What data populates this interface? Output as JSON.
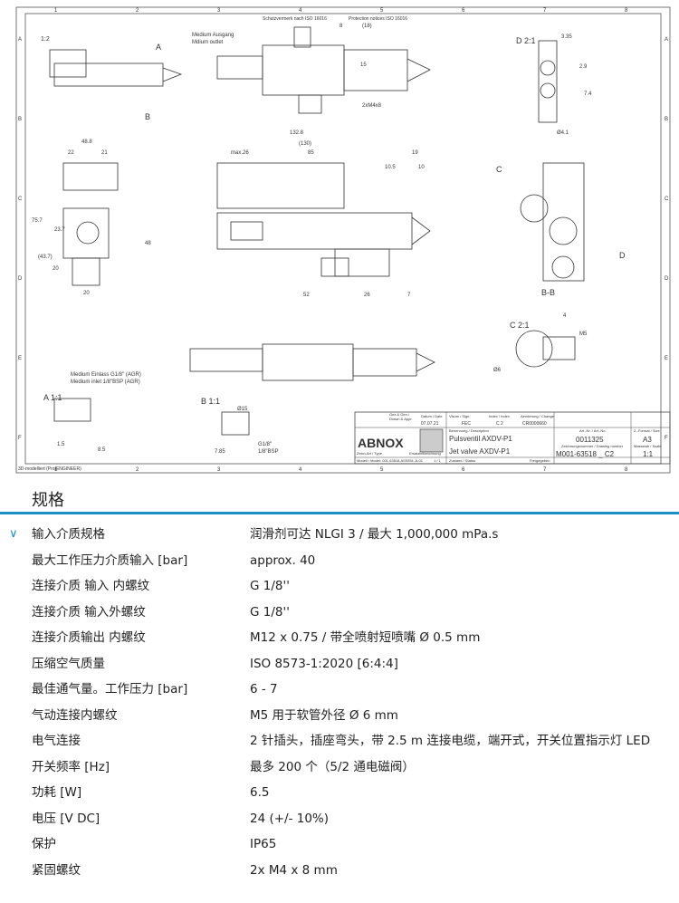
{
  "drawing": {
    "border_numbers": [
      "1",
      "2",
      "3",
      "4",
      "5",
      "6",
      "7",
      "8"
    ],
    "border_letters": [
      "A",
      "B",
      "C",
      "D",
      "E",
      "F"
    ],
    "top_notice": "Schutzvermerk nach ISO 16016",
    "top_notice_en": "Protection notices ISO 16016",
    "scale_note": "1:2",
    "medium_outlet_de": "Medium Ausgang",
    "medium_outlet_en": "Mdium outlet",
    "medium_inlet_de": "Medium Einlass G1/8\" (AGR)",
    "medium_inlet_en": "Medium inlet 1/8\"BSP (AGR)",
    "dims": [
      "132.8",
      "(130)",
      "max.26",
      "85",
      "19",
      "10.5",
      "10",
      "48.8",
      "22",
      "21",
      "75.7",
      "(43.7)",
      "23.7",
      "20",
      "48",
      "20",
      "52",
      "26",
      "7",
      "8",
      "(18)",
      "15",
      "2xM4x8",
      "3.35",
      "2.9",
      "7.4",
      "Ø4.1",
      "M5",
      "4",
      "Ø6",
      "Ø15",
      "G1/8\"",
      "1/8\"BSP",
      "1.5",
      "8.5",
      "7.85"
    ],
    "section_labels": [
      "A",
      "B",
      "C",
      "D",
      "B-B",
      "D 2:1",
      "C 2:1",
      "B 1:1",
      "A 1:1"
    ],
    "footer_note": "3D-modelliert (Pro/ENGINEER)",
    "title_block": {
      "drawn_label": "Gez.& Gen./ Drawn & Appr.",
      "date_label": "Datum / Date",
      "date": "07.07.21",
      "visum_label": "Visum / Sign",
      "visum": "FEC",
      "index_label": "Index / Index",
      "index": "C 2",
      "change_label": "Aenderung / Change",
      "change": "CR0000660",
      "logo": "ABNOX",
      "desc_label": "Benennung / Description",
      "desc_de": "Pulsventil AXDV-P1",
      "desc_en": "Jet valve AXDV-P1",
      "art_label": "Art.-Nr. / Art.-No.",
      "art_no": "0011325",
      "format_label": "Z.-Format / Size",
      "format": "A3",
      "drawing_no_label": "Zeichnungsnummer / Drawing number",
      "drawing_no": "M001-63518 _ C2",
      "scale_label": "Massstab / Scale",
      "scale": "1:1",
      "type_label": "Zeich.Art / Type",
      "replacement": "Ersatzteilzeichnung",
      "model": "Modell / Model: 001-63518.ASSEM. A-01",
      "sheet": "1 / 1",
      "status_label": "Zustand / Status",
      "status": "Freigegeben"
    }
  },
  "spec": {
    "title": "规格",
    "rows": [
      {
        "label": "输入介质规格",
        "value": "润滑剂可达 NLGI 3 / 最大 1,000,000 mPa.s"
      },
      {
        "label": "最大工作压力介质输入 [bar]",
        "value": "approx. 40"
      },
      {
        "label": "连接介质 输入 内螺纹",
        "value": "G 1/8''"
      },
      {
        "label": "连接介质 输入外螺纹",
        "value": "G 1/8''"
      },
      {
        "label": "连接介质输出 内螺纹",
        "value": "M12 x 0.75 / 带全喷射短喷嘴 Ø 0.5 mm"
      },
      {
        "label": "压缩空气质量",
        "value": "ISO 8573-1:2020 [6:4:4]"
      },
      {
        "label": "最佳通气量。工作压力 [bar]",
        "value": "6 - 7"
      },
      {
        "label": "气动连接内螺纹",
        "value": "M5 用于软管外径 Ø 6 mm"
      },
      {
        "label": "电气连接",
        "value": "2 针插头，插座弯头，带 2.5 m 连接电缆，端开式，开关位置指示灯 LED"
      },
      {
        "label": "开关频率 [Hz]",
        "value": "最多 200 个（5/2 通电磁阀）"
      },
      {
        "label": "功耗 [W]",
        "value": "6.5"
      },
      {
        "label": "电压 [V DC]",
        "value": "24 (+/- 10%)"
      },
      {
        "label": "保护",
        "value": "IP65"
      },
      {
        "label": "紧固螺纹",
        "value": "2x M4 x 8 mm"
      }
    ]
  },
  "colors": {
    "accent": "#1b8fc3"
  }
}
